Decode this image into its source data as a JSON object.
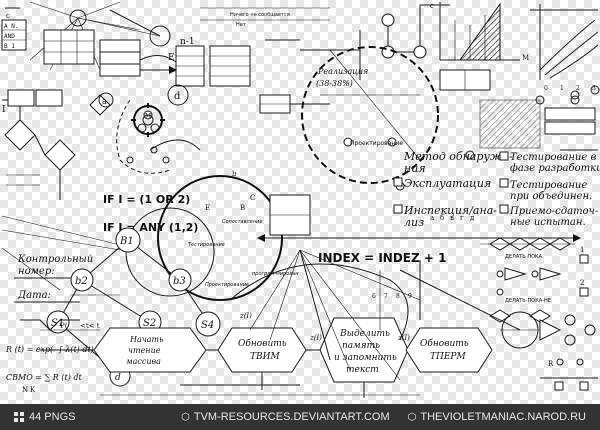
{
  "footer": {
    "count_label": "44 PNGS",
    "link1": "TVM-RESOURCES.DEVIANTART.COM",
    "link2": "THEVIOLETMANIAC.NAROD.RU",
    "grid_icon": "grid-icon",
    "link_icon": "hexagon-icon"
  },
  "sketch": {
    "formula_if1": "IF I = (1 OR 2)",
    "formula_if2": "IF I = ANY (1,2)",
    "formula_index": "INDEX = INDEZ + 1",
    "label_kontr": "Контрольный",
    "label_nomer": "номер:",
    "label_data": "Дата:",
    "realizacia": "Реализация",
    "realizacia_pct": "(38-38%)",
    "metod1": "Метод обнаруже-",
    "metod2": "ния",
    "ekspl": "Эксплуатация",
    "inspek1": "Инспекция/ана-",
    "inspek2": "лиз",
    "test1": "Тестирование в",
    "test1b": "фазе разработки",
    "test2": "Тестирование",
    "test2b": "при объединен.",
    "test3": "Приемо-сдаточ-",
    "test3b": "ные испытан.",
    "hex1a": "Начать",
    "hex1b": "чтение",
    "hex1c": "массива",
    "hex2a": "Обновить",
    "hex2b": "ТВИМ",
    "hex3a": "Выделить",
    "hex3b": "память",
    "hex3c": "и запомнить",
    "hex3d": "текст",
    "hex4a": "Обновить",
    "hex4b": "ТПЕРМ",
    "s_b1": "B1",
    "s_b2": "b2",
    "s_b3": "b3",
    "s_s1": "S1",
    "s_s2": "S2",
    "s_s4": "S4",
    "s_a": "a",
    "s_b": "b",
    "s_d": "d",
    "s_e": "E",
    "s_n1": "n-1",
    "s_c": "C",
    "delat_poka": "ДЕЛАТЬ ПОКА",
    "delat_poka2": "ДЕЛАТЬ-ПОКА-НЕ",
    "sopost": "Сопоставление",
    "testir": "Тестирование",
    "proekt": "Проектирование",
    "progr": "програм-мирован",
    "zi1": "z(I)",
    "zi2": "z(I)",
    "zi3": "z(I)",
    "rt": "R (t) = exp(- ∫ λ(t) dt)",
    "cbmo": "CBMO = ∑ R (t) dt",
    "cb_ticks": [
      "а",
      "б",
      "в",
      "г",
      "д"
    ],
    "axis_c": "c",
    "axis_m": "M",
    "axis_n": "N",
    "axis_k": "K",
    "num_6": "6",
    "num_7": "7",
    "num_8": "8",
    "num_9": "9"
  }
}
